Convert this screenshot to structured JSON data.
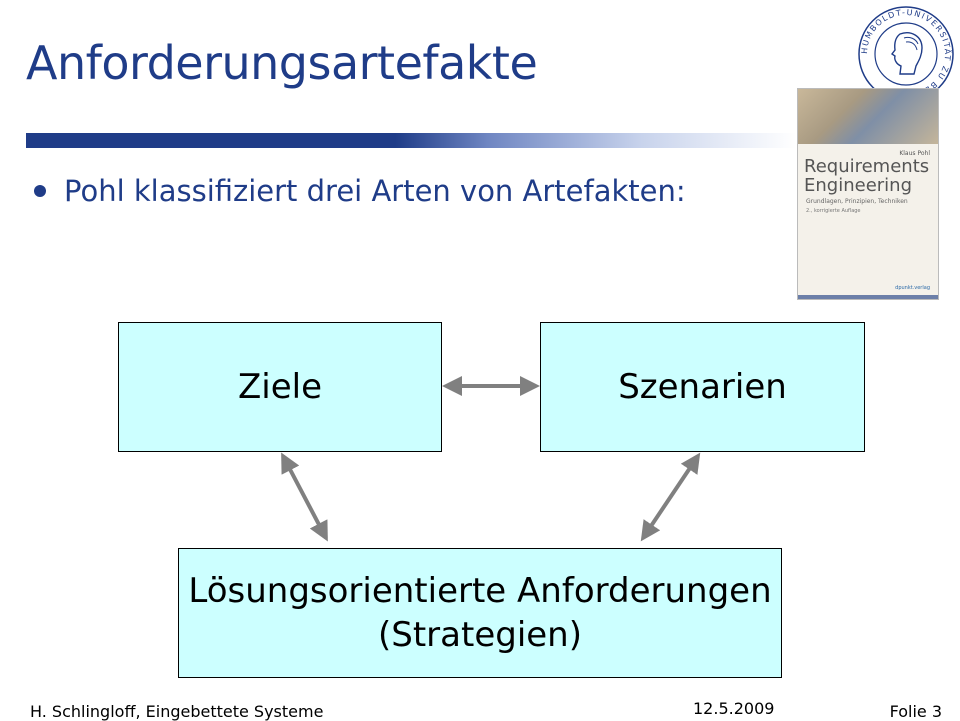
{
  "slide": {
    "title": "Anforderungsartefakte",
    "bullet": "Pohl klassifiziert drei Arten von Artefakten:"
  },
  "diagram": {
    "goals": "Ziele",
    "scenarios": "Szenarien",
    "solutions_line1": "Lösungsorientierte Anforderungen",
    "solutions_line2": "(Strategien)"
  },
  "book": {
    "author": "Klaus Pohl",
    "title_line1": "Requirements",
    "title_line2": "Engineering",
    "subtitle": "Grundlagen, Prinzipien, Techniken",
    "edition": "2., korrigierte Auflage",
    "publisher": "dpunkt.verlag"
  },
  "logo": {
    "text": "HUMBOLDT-UNIVERSITÄT ZU BERLIN",
    "icon": "university-seal-icon"
  },
  "footer": {
    "left": "H. Schlingloff, Eingebettete Systeme",
    "date": "12.5.2009",
    "right": "Folie 3"
  },
  "colors": {
    "title": "#1f3c88",
    "box_fill": "#ccffff",
    "arrow": "#808080"
  }
}
